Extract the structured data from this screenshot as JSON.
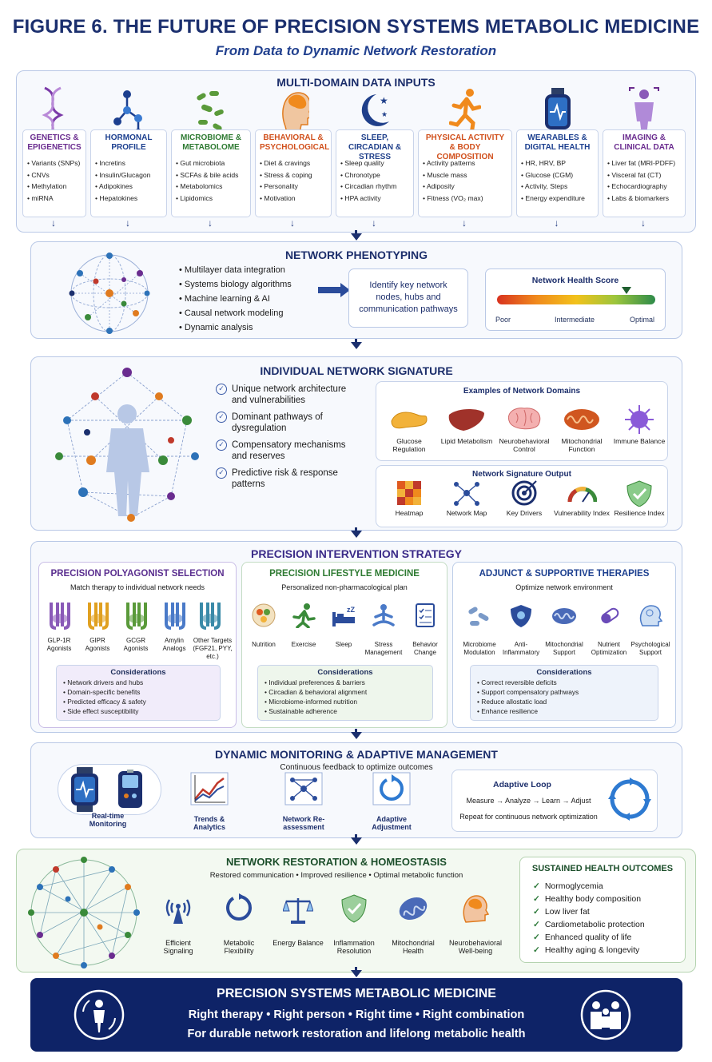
{
  "header": {
    "title": "FIGURE 6.   THE FUTURE OF PRECISION SYSTEMS METABOLIC MEDICINE",
    "subtitle": "From Data to Dynamic Network Restoration"
  },
  "inputs": {
    "title": "MULTI-DOMAIN DATA INPUTS",
    "columns": [
      {
        "title": "GENETICS & EPIGENETICS",
        "color": "#6a2c8f",
        "icon": "dna-icon",
        "items": [
          "Variants (SNPs)",
          "CNVs",
          "Methylation",
          "miRNA"
        ]
      },
      {
        "title": "HORMONAL PROFILE",
        "color": "#1c3f8f",
        "icon": "molecule-icon",
        "items": [
          "Incretins",
          "Insulin/Glucagon",
          "Adipokines",
          "Hepatokines"
        ]
      },
      {
        "title": "MICROBIOME & METABOLOME",
        "color": "#2e7a32",
        "icon": "bacteria-icon",
        "items": [
          "Gut microbiota",
          "SCFAs & bile acids",
          "Metabolomics",
          "Lipidomics"
        ]
      },
      {
        "title": "BEHAVIORAL & PSYCHOLOGICAL",
        "color": "#d1501c",
        "icon": "head-icon",
        "items": [
          "Diet & cravings",
          "Stress & coping",
          "Personality",
          "Motivation"
        ]
      },
      {
        "title": "SLEEP, CIRCADIAN & STRESS",
        "color": "#1f3f8a",
        "icon": "moon-stars-icon",
        "items": [
          "Sleep quality",
          "Chronotype",
          "Circadian rhythm",
          "HPA activity"
        ]
      },
      {
        "title": "PHYSICAL ACTIVITY & BODY COMPOSITION",
        "color": "#d1501c",
        "icon": "runner-icon",
        "items": [
          "Activity patterns",
          "Muscle mass",
          "Adiposity",
          "Fitness (VO₂ max)"
        ]
      },
      {
        "title": "WEARABLES & DIGITAL HEALTH",
        "color": "#1c3f8f",
        "icon": "smartwatch-icon",
        "items": [
          "HR, HRV, BP",
          "Glucose (CGM)",
          "Activity, Steps",
          "Energy expenditure"
        ]
      },
      {
        "title": "IMAGING & CLINICAL DATA",
        "color": "#6a2c8f",
        "icon": "body-scan-icon",
        "items": [
          "Liver fat (MRI-PDFF)",
          "Visceral fat (CT)",
          "Echocardiography",
          "Labs & biomarkers"
        ]
      }
    ]
  },
  "phenotyping": {
    "title": "NETWORK PHENOTYPING",
    "bullets": [
      "Multilayer data integration",
      "Systems biology algorithms",
      "Machine learning & AI",
      "Causal network modeling",
      "Dynamic analysis"
    ],
    "identify": "Identify key network nodes, hubs and communication pathways",
    "score": {
      "title": "Network Health Score",
      "value": 0.82,
      "poor": "Poor",
      "intermediate": "Intermediate",
      "optimal": "Optimal"
    }
  },
  "signature": {
    "title": "INDIVIDUAL NETWORK SIGNATURE",
    "checks": [
      "Unique network architecture and vulnerabilities",
      "Dominant pathways of dysregulation",
      "Compensatory mechanisms and reserves",
      "Predictive risk & response patterns"
    ],
    "domains_title": "Examples of Network Domains",
    "domains": [
      "Glucose Regulation",
      "Lipid Metabolism",
      "Neurobehavioral Control",
      "Mitochondrial Function",
      "Immune Balance"
    ],
    "output_title": "Network Signature Output",
    "outputs": [
      "Heatmap",
      "Network Map",
      "Key Drivers",
      "Vulnerability Index",
      "Resilience Index"
    ]
  },
  "intervention": {
    "title": "PRECISION INTERVENTION STRATEGY",
    "poly": {
      "title": "PRECISION POLYAGONIST SELECTION",
      "sub": "Match therapy to individual network needs",
      "items": [
        "GLP-1R Agonists",
        "GIPR Agonists",
        "GCGR Agonists",
        "Amylin Analogs",
        "Other Targets (FGF21, PYY, etc.)"
      ],
      "cons_title": "Considerations",
      "cons": [
        "Network drivers and hubs",
        "Domain-specific benefits",
        "Predicted efficacy & safety",
        "Side effect susceptibility"
      ]
    },
    "life": {
      "title": "PRECISION LIFESTYLE MEDICINE",
      "sub": "Personalized non-pharmacological plan",
      "items": [
        "Nutrition",
        "Exercise",
        "Sleep",
        "Stress Management",
        "Behavior Change"
      ],
      "cons_title": "Considerations",
      "cons": [
        "Individual preferences & barriers",
        "Circadian & behavioral alignment",
        "Microbiome-informed nutrition",
        "Sustainable adherence"
      ]
    },
    "adj": {
      "title": "ADJUNCT & SUPPORTIVE THERAPIES",
      "sub": "Optimize network environment",
      "items": [
        "Microbiome Modulation",
        "Anti-Inflammatory",
        "Mitochondrial Support",
        "Nutrient Optimization",
        "Psychological Support"
      ],
      "cons_title": "Considerations",
      "cons": [
        "Correct reversible deficits",
        "Support compensatory pathways",
        "Reduce allostatic load",
        "Enhance resilience"
      ]
    }
  },
  "monitoring": {
    "title": "DYNAMIC MONITORING & ADAPTIVE MANAGEMENT",
    "sub": "Continuous feedback to optimize outcomes",
    "items": [
      "Real-time Monitoring",
      "Trends & Analytics",
      "Network Re-assessment",
      "Adaptive Adjustment"
    ],
    "loop_title": "Adaptive Loop",
    "loop_text": "Measure → Analyze → Learn → Adjust",
    "loop_sub": "Repeat for continuous network optimization"
  },
  "restoration": {
    "title": "NETWORK RESTORATION & HOMEOSTASIS",
    "sub": "Restored communication • Improved resilience • Optimal metabolic function",
    "items": [
      "Efficient Signaling",
      "Metabolic Flexibility",
      "Energy Balance",
      "Inflammation Resolution",
      "Mitochondrial Health",
      "Neurobehavioral Well-being"
    ],
    "outcomes_title": "SUSTAINED HEALTH OUTCOMES",
    "outcomes": [
      "Normoglycemia",
      "Healthy body composition",
      "Low liver fat",
      "Cardiometabolic protection",
      "Enhanced quality of life",
      "Healthy aging & longevity"
    ]
  },
  "banner": {
    "title": "PRECISION SYSTEMS METABOLIC MEDICINE",
    "line1": "Right therapy • Right person • Right time • Right combination",
    "line2": "For durable network restoration and lifelong metabolic health"
  }
}
